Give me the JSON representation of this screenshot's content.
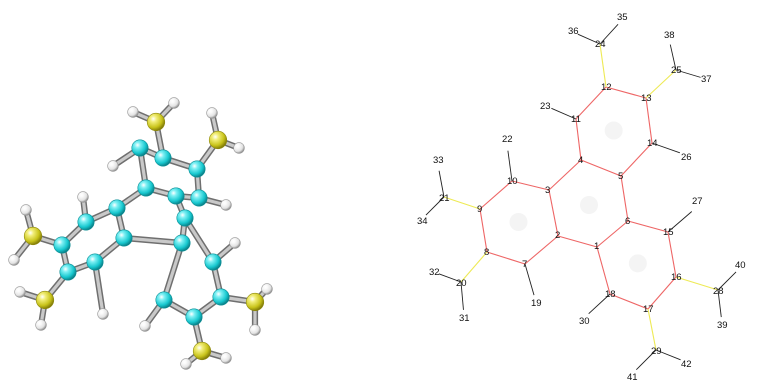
{
  "colors": {
    "background": "#ffffff",
    "carbon": "#17c8cf",
    "carbon_shade": "#0a7e86",
    "sulfur": "#c8c31a",
    "sulfur_shade": "#807a08",
    "hydrogen": "#e3e3e3",
    "hydrogen_shade": "#8a8a8a",
    "bond_3d": "#8c8c8c",
    "cc_bond": "#ee6666",
    "cs_bond": "#eeea55",
    "xh_bond": "#222222",
    "label": "#111111"
  },
  "atoms": [
    {
      "id": "1",
      "label": "1",
      "element": "C"
    },
    {
      "id": "2",
      "label": "2",
      "element": "C"
    },
    {
      "id": "3",
      "label": "3",
      "element": "C"
    },
    {
      "id": "4",
      "label": "4",
      "element": "C"
    },
    {
      "id": "5",
      "label": "5",
      "element": "C"
    },
    {
      "id": "6",
      "label": "6",
      "element": "C"
    },
    {
      "id": "7",
      "label": "7",
      "element": "C"
    },
    {
      "id": "8",
      "label": "8",
      "element": "C"
    },
    {
      "id": "9",
      "label": "9",
      "element": "C"
    },
    {
      "id": "10",
      "label": "10",
      "element": "C"
    },
    {
      "id": "11",
      "label": "11",
      "element": "C"
    },
    {
      "id": "12",
      "label": "12",
      "element": "C"
    },
    {
      "id": "13",
      "label": "13",
      "element": "C"
    },
    {
      "id": "14",
      "label": "14",
      "element": "C"
    },
    {
      "id": "15",
      "label": "15",
      "element": "C"
    },
    {
      "id": "16",
      "label": "16",
      "element": "C"
    },
    {
      "id": "17",
      "label": "17",
      "element": "C"
    },
    {
      "id": "18",
      "label": "18",
      "element": "C"
    },
    {
      "id": "19",
      "label": "19",
      "element": "H"
    },
    {
      "id": "20",
      "label": "20",
      "element": "S"
    },
    {
      "id": "21",
      "label": "21",
      "element": "S"
    },
    {
      "id": "22",
      "label": "22",
      "element": "H"
    },
    {
      "id": "23",
      "label": "23",
      "element": "H"
    },
    {
      "id": "24",
      "label": "24",
      "element": "S"
    },
    {
      "id": "25",
      "label": "25",
      "element": "S"
    },
    {
      "id": "26",
      "label": "26",
      "element": "H"
    },
    {
      "id": "27",
      "label": "27",
      "element": "H"
    },
    {
      "id": "28",
      "label": "28",
      "element": "S"
    },
    {
      "id": "29",
      "label": "29",
      "element": "S"
    },
    {
      "id": "30",
      "label": "30",
      "element": "H"
    },
    {
      "id": "31",
      "label": "31",
      "element": "H"
    },
    {
      "id": "32",
      "label": "32",
      "element": "H"
    },
    {
      "id": "33",
      "label": "33",
      "element": "H"
    },
    {
      "id": "34",
      "label": "34",
      "element": "H"
    },
    {
      "id": "35",
      "label": "35",
      "element": "H"
    },
    {
      "id": "36",
      "label": "36",
      "element": "H"
    },
    {
      "id": "37",
      "label": "37",
      "element": "H"
    },
    {
      "id": "38",
      "label": "38",
      "element": "H"
    },
    {
      "id": "39",
      "label": "39",
      "element": "H"
    },
    {
      "id": "40",
      "label": "40",
      "element": "H"
    },
    {
      "id": "41",
      "label": "41",
      "element": "H"
    },
    {
      "id": "42",
      "label": "42",
      "element": "H"
    }
  ],
  "bonds": [
    [
      "1",
      "2"
    ],
    [
      "2",
      "3"
    ],
    [
      "3",
      "4"
    ],
    [
      "4",
      "5"
    ],
    [
      "5",
      "6"
    ],
    [
      "6",
      "1"
    ],
    [
      "2",
      "7"
    ],
    [
      "7",
      "8"
    ],
    [
      "8",
      "9"
    ],
    [
      "9",
      "10"
    ],
    [
      "10",
      "3"
    ],
    [
      "4",
      "11"
    ],
    [
      "11",
      "12"
    ],
    [
      "12",
      "13"
    ],
    [
      "13",
      "14"
    ],
    [
      "14",
      "5"
    ],
    [
      "6",
      "15"
    ],
    [
      "15",
      "16"
    ],
    [
      "16",
      "17"
    ],
    [
      "17",
      "18"
    ],
    [
      "18",
      "1"
    ],
    [
      "7",
      "19"
    ],
    [
      "8",
      "20"
    ],
    [
      "9",
      "21"
    ],
    [
      "10",
      "22"
    ],
    [
      "11",
      "23"
    ],
    [
      "12",
      "24"
    ],
    [
      "13",
      "25"
    ],
    [
      "14",
      "26"
    ],
    [
      "15",
      "27"
    ],
    [
      "16",
      "28"
    ],
    [
      "17",
      "29"
    ],
    [
      "18",
      "30"
    ],
    [
      "20",
      "31"
    ],
    [
      "20",
      "32"
    ],
    [
      "21",
      "33"
    ],
    [
      "21",
      "34"
    ],
    [
      "24",
      "35"
    ],
    [
      "24",
      "36"
    ],
    [
      "25",
      "37"
    ],
    [
      "25",
      "38"
    ],
    [
      "28",
      "39"
    ],
    [
      "28",
      "40"
    ],
    [
      "29",
      "41"
    ],
    [
      "29",
      "42"
    ]
  ]
}
